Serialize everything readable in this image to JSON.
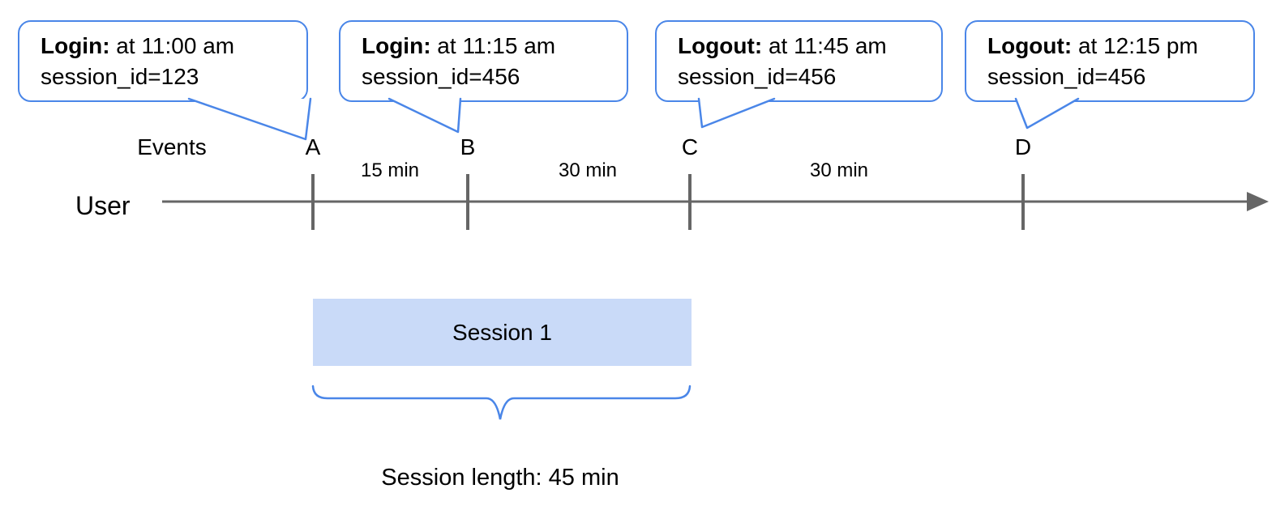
{
  "callouts": [
    {
      "event": "Login:",
      "time": " at 11:00 am",
      "session": "session_id=123",
      "marker": "A"
    },
    {
      "event": "Login:",
      "time": " at 11:15 am",
      "session": "session_id=456",
      "marker": "B"
    },
    {
      "event": "Logout:",
      "time": " at 11:45 am",
      "session": "session_id=456",
      "marker": "C"
    },
    {
      "event": "Logout:",
      "time": " at 12:15 pm",
      "session": "session_id=456",
      "marker": "D"
    }
  ],
  "timeline": {
    "events_label": "Events",
    "user_label": "User",
    "markers": [
      "A",
      "B",
      "C",
      "D"
    ],
    "intervals": [
      {
        "label": "15 min",
        "between": "A-B"
      },
      {
        "label": "30 min",
        "between": "B-C"
      },
      {
        "label": "30 min",
        "between": "C-D"
      }
    ]
  },
  "session": {
    "box_label": "Session 1",
    "length_label": "Session length: 45 min"
  },
  "colors": {
    "accent_blue": "#4a86e8",
    "session_fill": "#c9daf8",
    "line_gray": "#666666"
  }
}
